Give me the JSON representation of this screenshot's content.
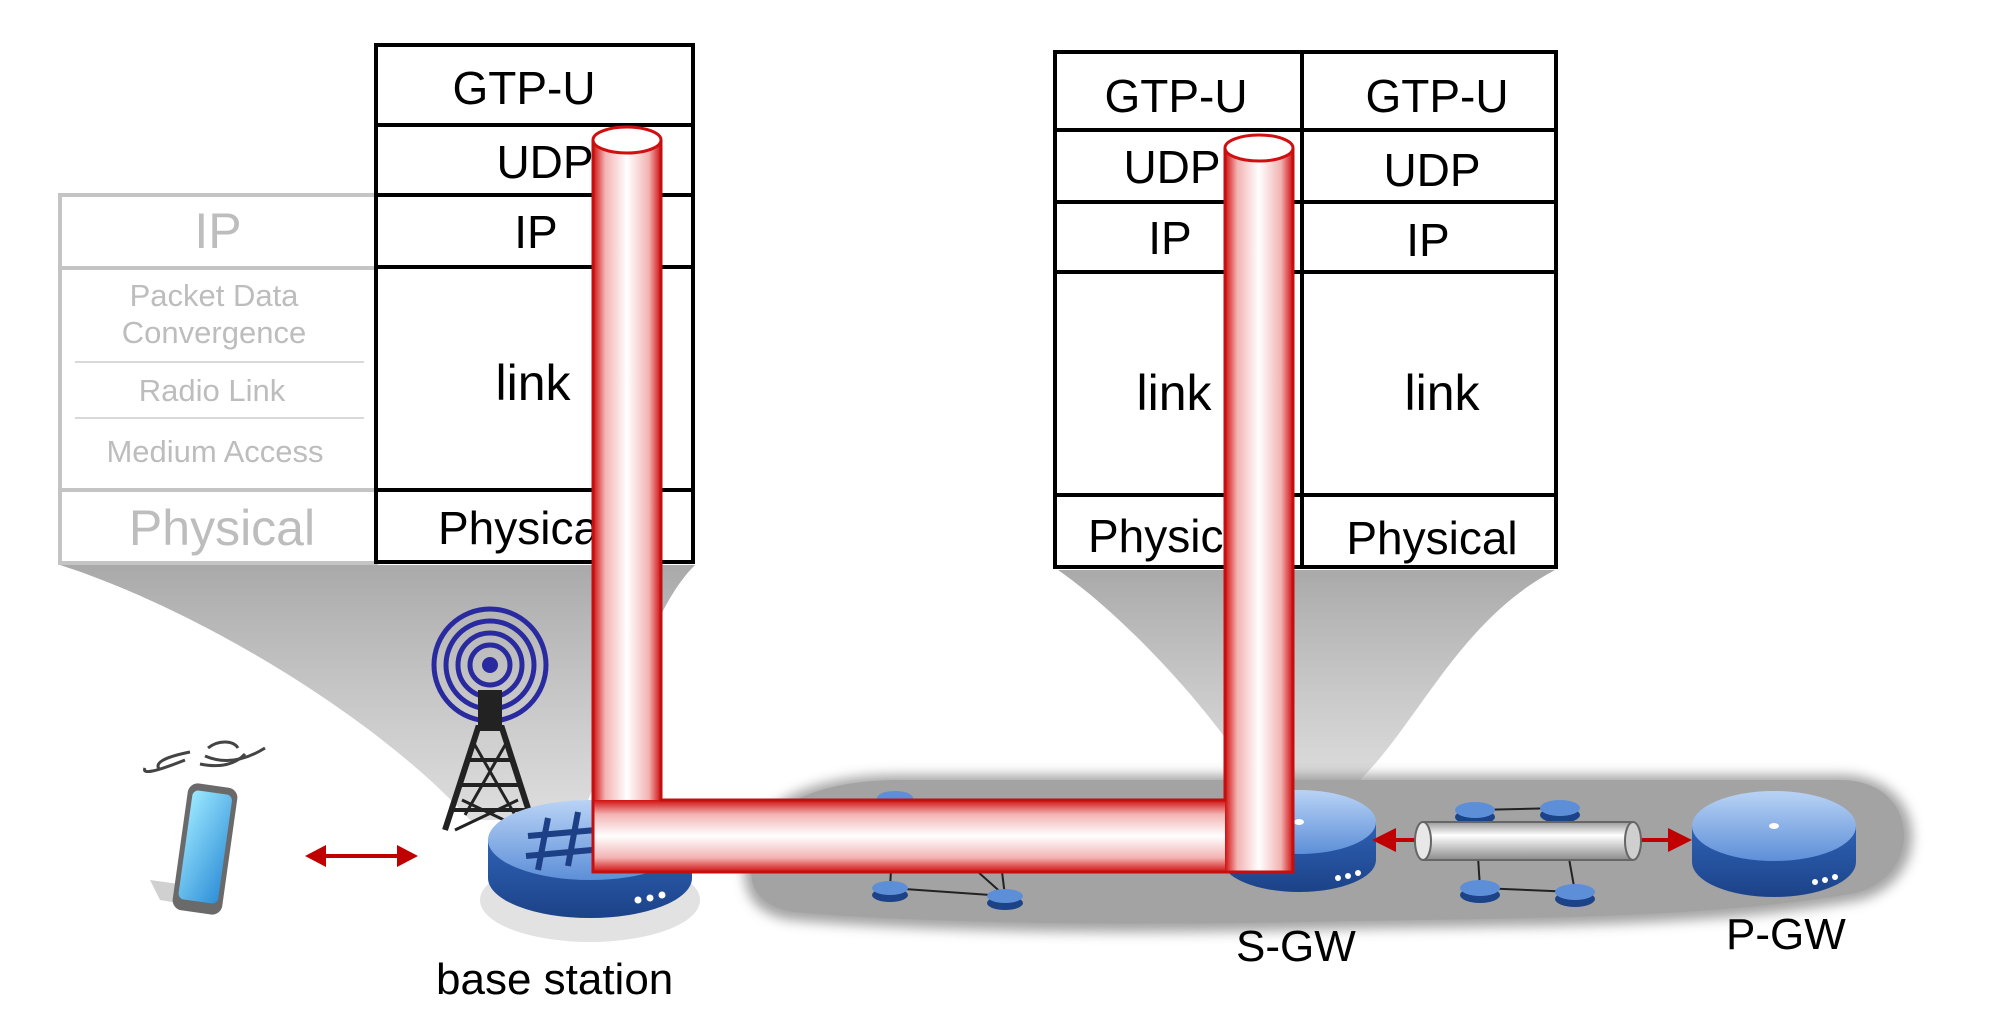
{
  "ue_stack": {
    "ip": "IP",
    "pdcp_line1": "Packet Data",
    "pdcp_line2": "Convergence",
    "radio_link": "Radio Link",
    "medium_access": "Medium Access",
    "physical": "Physical"
  },
  "bs_stack": {
    "gtp": "GTP-U",
    "udp": "UDP",
    "ip": "IP",
    "link": "link",
    "physical": "Physical"
  },
  "sgw_stack_left": {
    "gtp": "GTP-U",
    "udp": "UDP",
    "ip": "IP",
    "link": "link",
    "physical": "Physical"
  },
  "sgw_stack_right": {
    "gtp": "GTP-U",
    "udp": "UDP",
    "ip": "IP",
    "link": "link",
    "physical": "Physical"
  },
  "labels": {
    "base_station": "base station",
    "sgw": "S-GW",
    "pgw": "P-GW"
  },
  "colors": {
    "tunnel": "#cc1111",
    "arrow": "#c00000",
    "router": "#3b6fc4",
    "cloud": "#9a9a9a"
  }
}
